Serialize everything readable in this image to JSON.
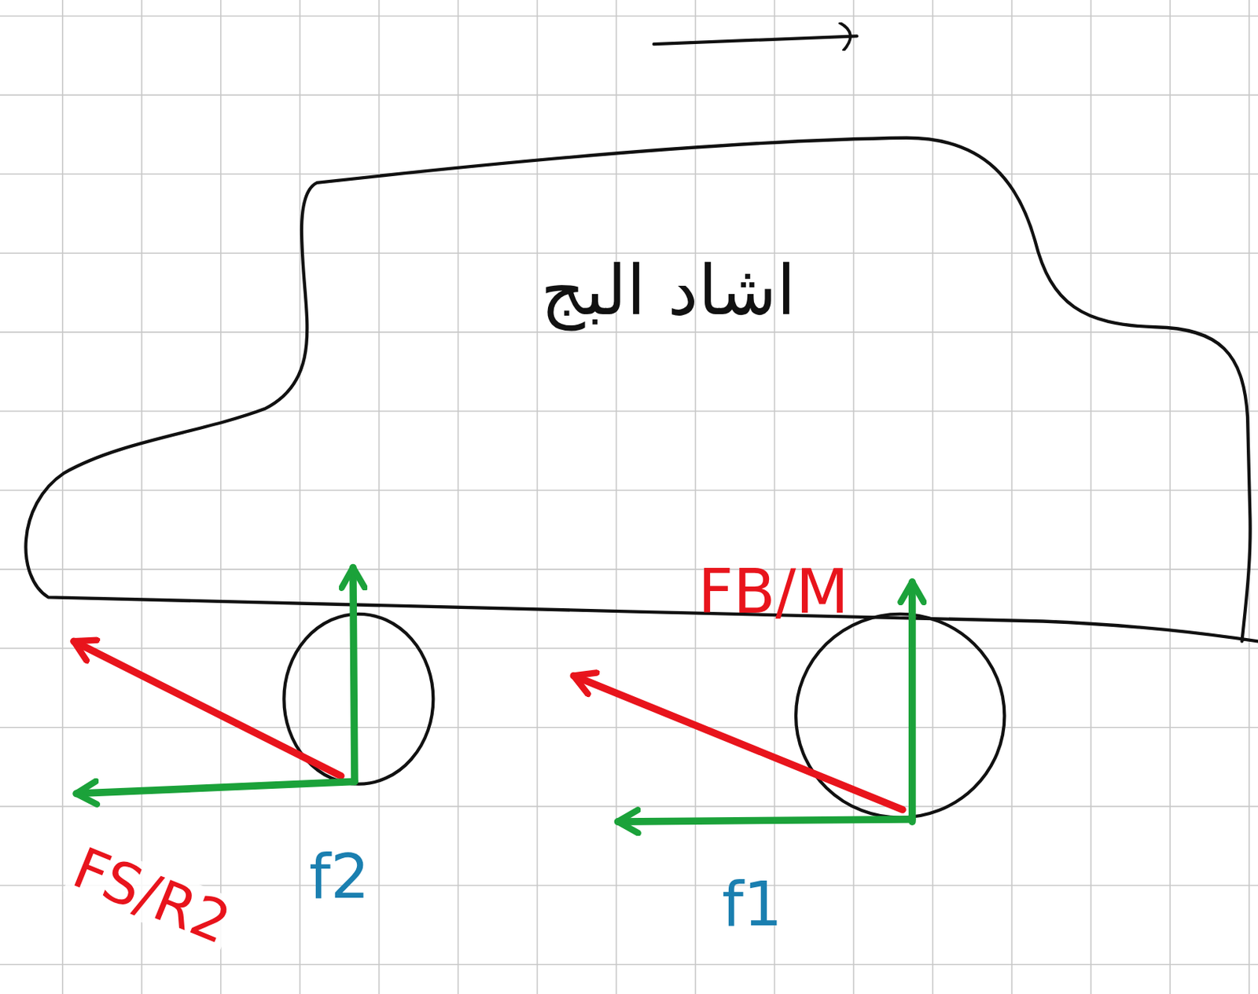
{
  "diagram": {
    "nodes": [
      {
        "text": [
          "اشاد البج"
        ]
      }
    ],
    "labels": [
      "FB/M",
      "FS/R2",
      "f2",
      "f1"
    ]
  }
}
